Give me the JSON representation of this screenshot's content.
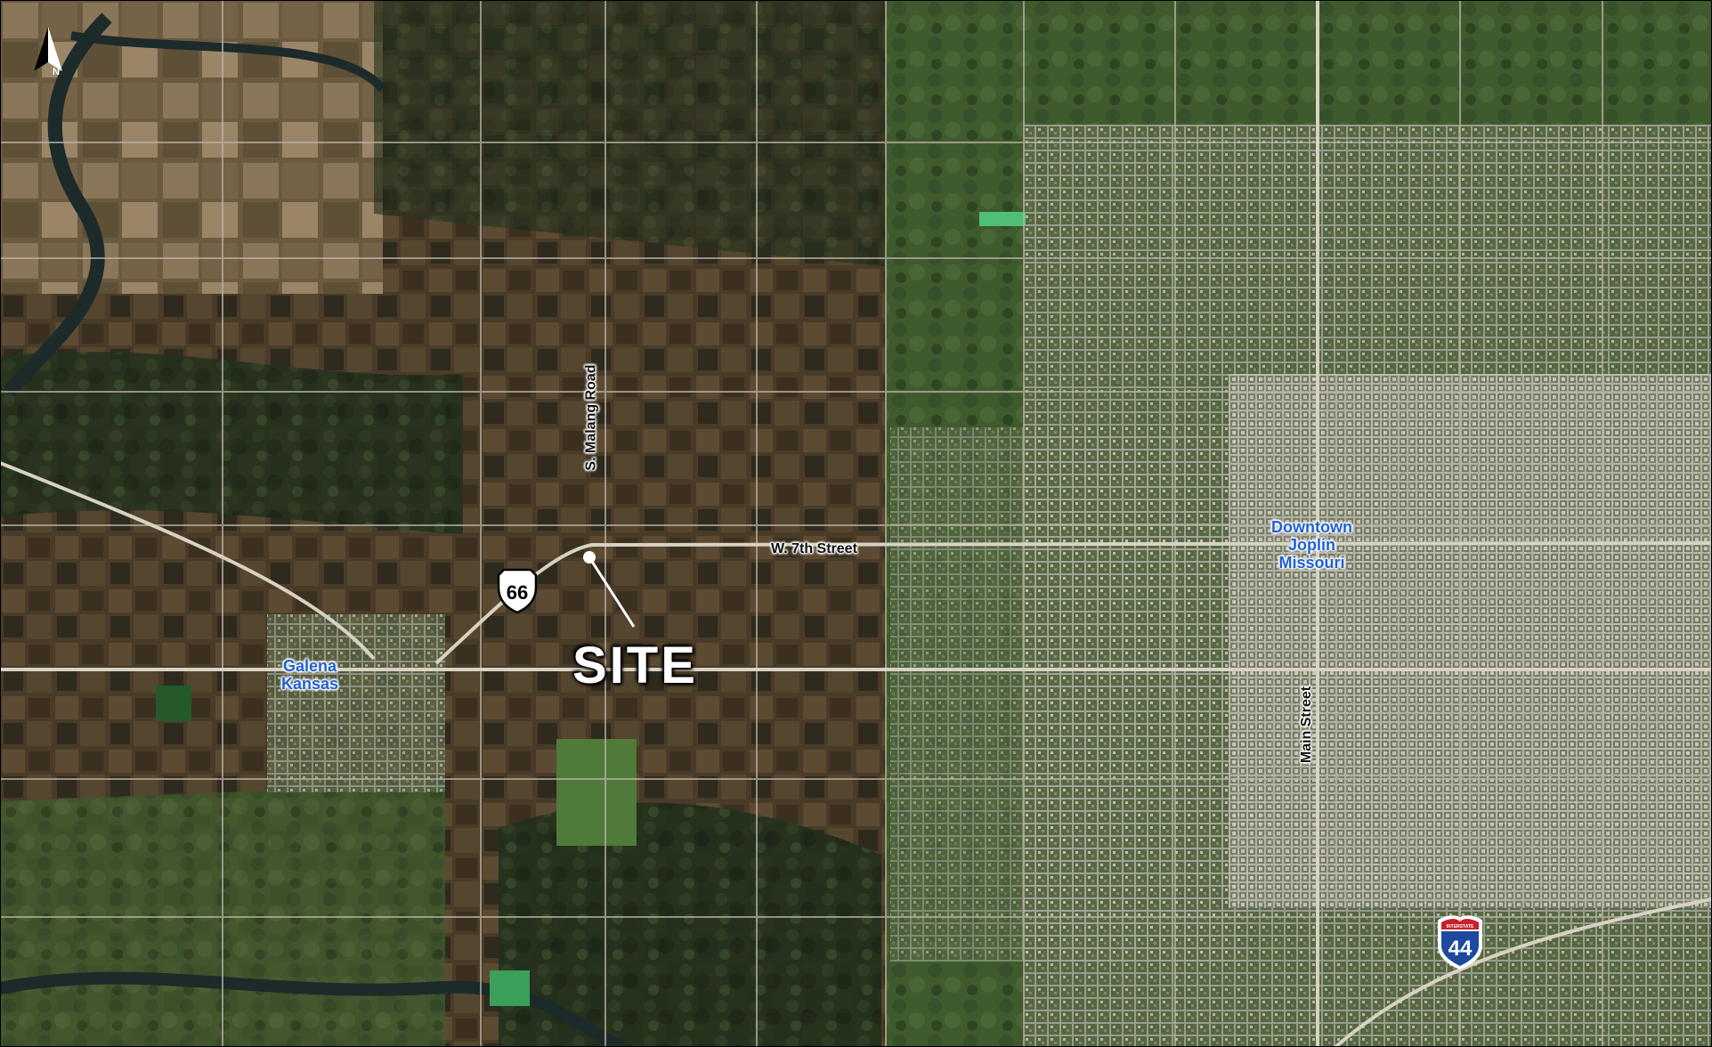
{
  "map": {
    "north_arrow": {
      "label": "N",
      "icon": "north-arrow-icon"
    },
    "site": {
      "label": "SITE",
      "marker_color": "#ffffff"
    },
    "places": [
      {
        "id": "galena",
        "line1": "Galena",
        "line2": "Kansas"
      },
      {
        "id": "joplin",
        "line1": "Downtown",
        "line2": "Joplin",
        "line3": "Missouri"
      }
    ],
    "roads": {
      "malang": "S. Malang Road",
      "seventh": "W. 7th Street",
      "main": "Main Street"
    },
    "shields": {
      "us66": {
        "number": "66",
        "icon": "us-route-shield-icon"
      },
      "i44": {
        "number": "44",
        "banner": "INTERSTATE",
        "icon": "interstate-shield-icon"
      }
    },
    "colors": {
      "place_label": "#1f5fd6",
      "interstate_blue": "#1d4a9e",
      "interstate_red": "#c8202a"
    }
  }
}
